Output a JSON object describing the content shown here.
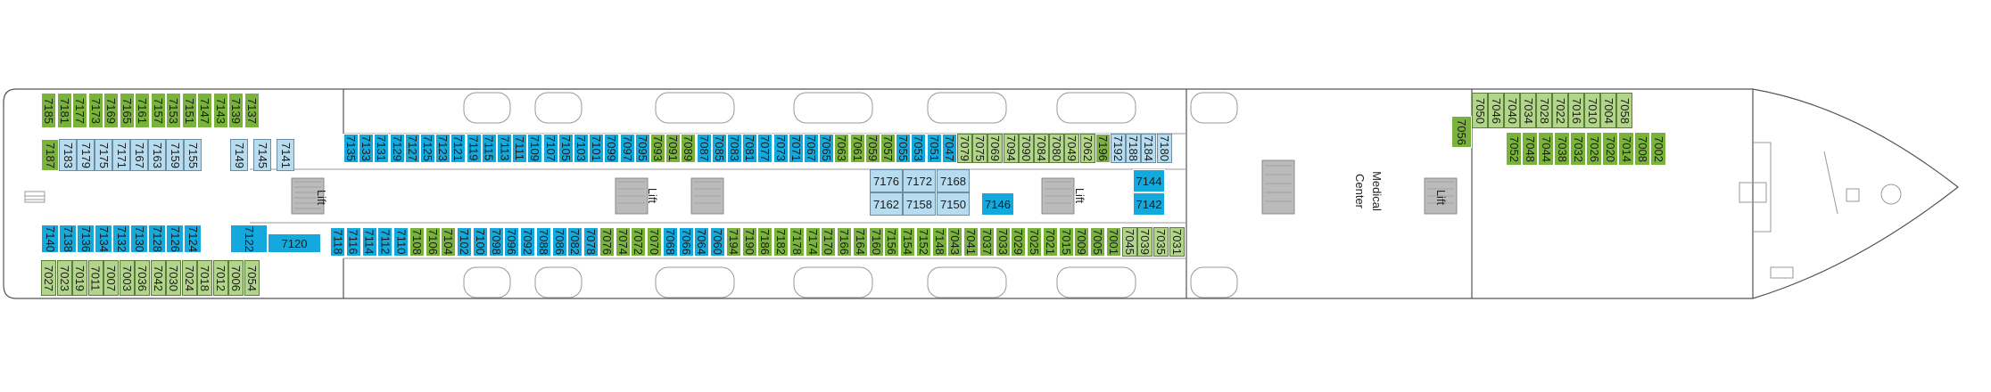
{
  "colors": {
    "green": "#7ab33c",
    "light_green": "#b2d48b",
    "blue": "#14a9dd",
    "light_blue": "#b8dcef"
  },
  "labels": {
    "lift": "Lift",
    "medical_center_line1": "Medical",
    "medical_center_line2": "Center"
  },
  "cabins": [
    {
      "n": "7185",
      "c": "green"
    },
    {
      "n": "7181",
      "c": "green"
    },
    {
      "n": "7177",
      "c": "green"
    },
    {
      "n": "7173",
      "c": "green"
    },
    {
      "n": "7169",
      "c": "green"
    },
    {
      "n": "7165",
      "c": "green"
    },
    {
      "n": "7161",
      "c": "green"
    },
    {
      "n": "7157",
      "c": "green"
    },
    {
      "n": "7153",
      "c": "green"
    },
    {
      "n": "7151",
      "c": "green"
    },
    {
      "n": "7147",
      "c": "green"
    },
    {
      "n": "7143",
      "c": "green"
    },
    {
      "n": "7139",
      "c": "green"
    },
    {
      "n": "7137",
      "c": "green"
    },
    {
      "n": "7187",
      "c": "green"
    },
    {
      "n": "7183",
      "c": "lblue"
    },
    {
      "n": "7179",
      "c": "lblue"
    },
    {
      "n": "7175",
      "c": "lblue"
    },
    {
      "n": "7171",
      "c": "lblue"
    },
    {
      "n": "7167",
      "c": "lblue"
    },
    {
      "n": "7163",
      "c": "lblue"
    },
    {
      "n": "7159",
      "c": "lblue"
    },
    {
      "n": "7155",
      "c": "lblue"
    },
    {
      "n": "7149",
      "c": "lblue"
    },
    {
      "n": "7145",
      "c": "lblue"
    },
    {
      "n": "7141",
      "c": "lblue"
    },
    {
      "n": "7135",
      "c": "blue"
    },
    {
      "n": "7133",
      "c": "blue"
    },
    {
      "n": "7131",
      "c": "blue"
    },
    {
      "n": "7129",
      "c": "blue"
    },
    {
      "n": "7127",
      "c": "blue"
    },
    {
      "n": "7125",
      "c": "blue"
    },
    {
      "n": "7123",
      "c": "blue"
    },
    {
      "n": "7121",
      "c": "blue"
    },
    {
      "n": "7119",
      "c": "blue"
    },
    {
      "n": "7115",
      "c": "blue"
    },
    {
      "n": "7113",
      "c": "blue"
    },
    {
      "n": "7111",
      "c": "blue"
    },
    {
      "n": "7109",
      "c": "blue"
    },
    {
      "n": "7107",
      "c": "blue"
    },
    {
      "n": "7105",
      "c": "blue"
    },
    {
      "n": "7103",
      "c": "blue"
    },
    {
      "n": "7101",
      "c": "blue"
    },
    {
      "n": "7099",
      "c": "blue"
    },
    {
      "n": "7097",
      "c": "blue"
    },
    {
      "n": "7095",
      "c": "blue"
    },
    {
      "n": "7093",
      "c": "green"
    },
    {
      "n": "7091",
      "c": "green"
    },
    {
      "n": "7089",
      "c": "green"
    },
    {
      "n": "7087",
      "c": "blue"
    },
    {
      "n": "7085",
      "c": "blue"
    },
    {
      "n": "7083",
      "c": "blue"
    },
    {
      "n": "7081",
      "c": "blue"
    },
    {
      "n": "7077",
      "c": "blue"
    },
    {
      "n": "7073",
      "c": "blue"
    },
    {
      "n": "7071",
      "c": "blue"
    },
    {
      "n": "7067",
      "c": "blue"
    },
    {
      "n": "7065",
      "c": "blue"
    },
    {
      "n": "7063",
      "c": "green"
    },
    {
      "n": "7061",
      "c": "green"
    },
    {
      "n": "7059",
      "c": "green"
    },
    {
      "n": "7057",
      "c": "green"
    },
    {
      "n": "7055",
      "c": "blue"
    },
    {
      "n": "7053",
      "c": "blue"
    },
    {
      "n": "7051",
      "c": "blue"
    },
    {
      "n": "7047",
      "c": "blue"
    },
    {
      "n": "7079",
      "c": "lgreen"
    },
    {
      "n": "7075",
      "c": "lgreen"
    },
    {
      "n": "7069",
      "c": "lgreen"
    },
    {
      "n": "7094",
      "c": "lgreen"
    },
    {
      "n": "7090",
      "c": "lgreen"
    },
    {
      "n": "7084",
      "c": "lgreen"
    },
    {
      "n": "7080",
      "c": "lgreen"
    },
    {
      "n": "7049",
      "c": "lgreen"
    },
    {
      "n": "7062",
      "c": "lgreen"
    },
    {
      "n": "7196",
      "c": "green"
    },
    {
      "n": "7192",
      "c": "lblue"
    },
    {
      "n": "7188",
      "c": "lblue"
    },
    {
      "n": "7184",
      "c": "lblue"
    },
    {
      "n": "7180",
      "c": "lblue"
    },
    {
      "n": "7176",
      "c": "lblue"
    },
    {
      "n": "7172",
      "c": "lblue"
    },
    {
      "n": "7168",
      "c": "lblue"
    },
    {
      "n": "7162",
      "c": "lblue"
    },
    {
      "n": "7158",
      "c": "lblue"
    },
    {
      "n": "7150",
      "c": "lblue"
    },
    {
      "n": "7146",
      "c": "blue"
    },
    {
      "n": "7144",
      "c": "blue"
    },
    {
      "n": "7142",
      "c": "blue"
    },
    {
      "n": "7140",
      "c": "blue"
    },
    {
      "n": "7138",
      "c": "blue"
    },
    {
      "n": "7136",
      "c": "blue"
    },
    {
      "n": "7134",
      "c": "blue"
    },
    {
      "n": "7132",
      "c": "blue"
    },
    {
      "n": "7130",
      "c": "blue"
    },
    {
      "n": "7128",
      "c": "blue"
    },
    {
      "n": "7126",
      "c": "blue"
    },
    {
      "n": "7124",
      "c": "blue"
    },
    {
      "n": "7122",
      "c": "blue"
    },
    {
      "n": "7120",
      "c": "blue"
    },
    {
      "n": "7118",
      "c": "blue"
    },
    {
      "n": "7116",
      "c": "blue"
    },
    {
      "n": "7114",
      "c": "blue"
    },
    {
      "n": "7112",
      "c": "blue"
    },
    {
      "n": "7110",
      "c": "blue"
    },
    {
      "n": "7108",
      "c": "green"
    },
    {
      "n": "7106",
      "c": "green"
    },
    {
      "n": "7104",
      "c": "green"
    },
    {
      "n": "7102",
      "c": "blue"
    },
    {
      "n": "7100",
      "c": "blue"
    },
    {
      "n": "7098",
      "c": "blue"
    },
    {
      "n": "7096",
      "c": "blue"
    },
    {
      "n": "7092",
      "c": "blue"
    },
    {
      "n": "7088",
      "c": "blue"
    },
    {
      "n": "7086",
      "c": "blue"
    },
    {
      "n": "7082",
      "c": "blue"
    },
    {
      "n": "7078",
      "c": "blue"
    },
    {
      "n": "7076",
      "c": "green"
    },
    {
      "n": "7074",
      "c": "green"
    },
    {
      "n": "7072",
      "c": "green"
    },
    {
      "n": "7070",
      "c": "green"
    },
    {
      "n": "7068",
      "c": "blue"
    },
    {
      "n": "7066",
      "c": "blue"
    },
    {
      "n": "7064",
      "c": "blue"
    },
    {
      "n": "7060",
      "c": "blue"
    },
    {
      "n": "7194",
      "c": "green"
    },
    {
      "n": "7190",
      "c": "green"
    },
    {
      "n": "7186",
      "c": "green"
    },
    {
      "n": "7182",
      "c": "green"
    },
    {
      "n": "7178",
      "c": "green"
    },
    {
      "n": "7174",
      "c": "green"
    },
    {
      "n": "7170",
      "c": "green"
    },
    {
      "n": "7166",
      "c": "green"
    },
    {
      "n": "7164",
      "c": "green"
    },
    {
      "n": "7160",
      "c": "green"
    },
    {
      "n": "7156",
      "c": "green"
    },
    {
      "n": "7154",
      "c": "green"
    },
    {
      "n": "7152",
      "c": "green"
    },
    {
      "n": "7148",
      "c": "green"
    },
    {
      "n": "7043",
      "c": "green"
    },
    {
      "n": "7041",
      "c": "green"
    },
    {
      "n": "7037",
      "c": "green"
    },
    {
      "n": "7033",
      "c": "green"
    },
    {
      "n": "7029",
      "c": "green"
    },
    {
      "n": "7025",
      "c": "green"
    },
    {
      "n": "7021",
      "c": "green"
    },
    {
      "n": "7015",
      "c": "green"
    },
    {
      "n": "7009",
      "c": "green"
    },
    {
      "n": "7005",
      "c": "green"
    },
    {
      "n": "7001",
      "c": "green"
    },
    {
      "n": "7045",
      "c": "lgreen"
    },
    {
      "n": "7039",
      "c": "lgreen"
    },
    {
      "n": "7035",
      "c": "lgreen"
    },
    {
      "n": "7031",
      "c": "lgreen"
    },
    {
      "n": "7027",
      "c": "lgreen"
    },
    {
      "n": "7023",
      "c": "lgreen"
    },
    {
      "n": "7019",
      "c": "lgreen"
    },
    {
      "n": "7011",
      "c": "lgreen"
    },
    {
      "n": "7007",
      "c": "lgreen"
    },
    {
      "n": "7003",
      "c": "lgreen"
    },
    {
      "n": "7036",
      "c": "lgreen"
    },
    {
      "n": "7042",
      "c": "lgreen"
    },
    {
      "n": "7030",
      "c": "lgreen"
    },
    {
      "n": "7024",
      "c": "lgreen"
    },
    {
      "n": "7018",
      "c": "lgreen"
    },
    {
      "n": "7012",
      "c": "lgreen"
    },
    {
      "n": "7006",
      "c": "lgreen"
    },
    {
      "n": "7054",
      "c": "lgreen"
    },
    {
      "n": "7050",
      "c": "lgreen"
    },
    {
      "n": "7046",
      "c": "lgreen"
    },
    {
      "n": "7040",
      "c": "lgreen"
    },
    {
      "n": "7034",
      "c": "lgreen"
    },
    {
      "n": "7028",
      "c": "lgreen"
    },
    {
      "n": "7022",
      "c": "lgreen"
    },
    {
      "n": "7016",
      "c": "lgreen"
    },
    {
      "n": "7010",
      "c": "lgreen"
    },
    {
      "n": "7004",
      "c": "lgreen"
    },
    {
      "n": "7058",
      "c": "lgreen"
    },
    {
      "n": "7056",
      "c": "green"
    },
    {
      "n": "7052",
      "c": "green"
    },
    {
      "n": "7048",
      "c": "green"
    },
    {
      "n": "7044",
      "c": "green"
    },
    {
      "n": "7038",
      "c": "green"
    },
    {
      "n": "7032",
      "c": "green"
    },
    {
      "n": "7026",
      "c": "green"
    },
    {
      "n": "7020",
      "c": "green"
    },
    {
      "n": "7014",
      "c": "green"
    },
    {
      "n": "7008",
      "c": "green"
    },
    {
      "n": "7002",
      "c": "green"
    }
  ]
}
